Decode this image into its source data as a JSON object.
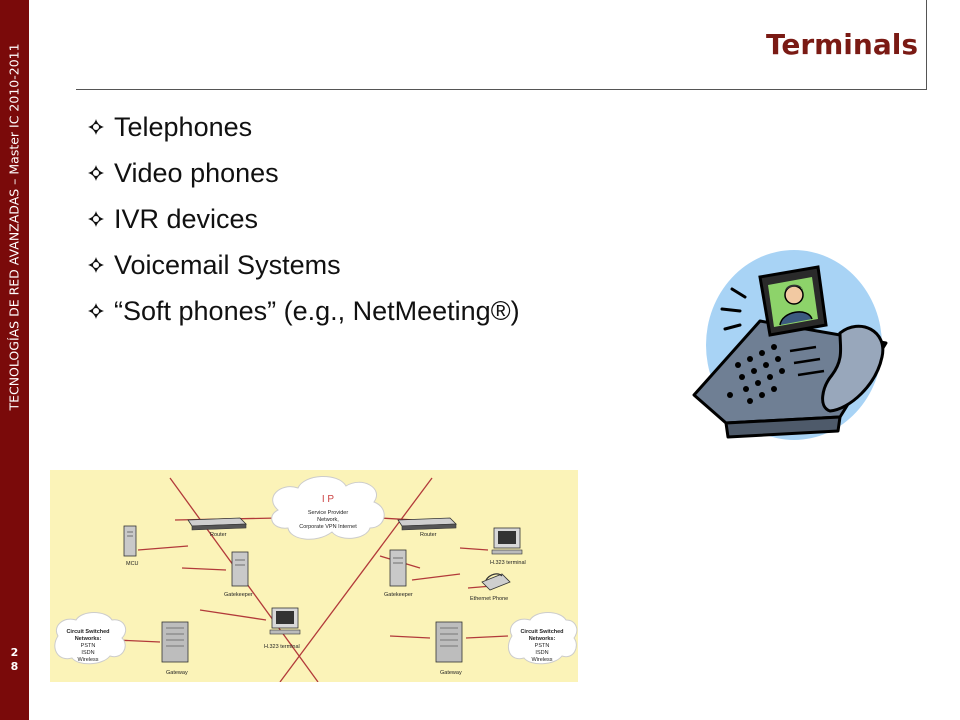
{
  "sidebar": {
    "vertical_text": "TECNOLOGÍAS DE RED AVANZADAS – Master IC 2010-2011",
    "page_number_line1": "2",
    "page_number_line2": "8"
  },
  "slide": {
    "title": "Terminals",
    "bullets": [
      "Telephones",
      "Video phones",
      "IVR devices",
      "Voicemail Systems",
      "“Soft phones” (e.g., NetMeeting®)"
    ]
  },
  "network_diagram": {
    "cloud_title": "I P",
    "cloud_line1": "Service Provider",
    "cloud_line2": "Network,",
    "cloud_line3": "Corporate VPN Internet",
    "router_left": "Router",
    "router_right": "Router",
    "mcu": "MCU",
    "gatekeeper_left": "Gatekeeper",
    "gatekeeper_right": "Gatekeeper",
    "h323_left": "H.323 terminal",
    "h323_right": "H.323 terminal",
    "ethernet_phone": "Ethernet Phone",
    "gateway_left": "Gateway",
    "gateway_right": "Gateway",
    "csn_left_1": "Circuit Switched",
    "csn_left_2": "Networks:",
    "csn_left_3": "PSTN",
    "csn_left_4": "ISDN",
    "csn_left_5": "Wireless",
    "csn_right_1": "Circuit Switched",
    "csn_right_2": "Networks:",
    "csn_right_3": "PSTN",
    "csn_right_4": "ISDN",
    "csn_right_5": "Wireless"
  },
  "colors": {
    "sidebar": "#7a0a0a",
    "title": "#7a1a14",
    "diagram_bg": "#fbf3b8",
    "clipart_bg": "#a8d3f5"
  },
  "icons": {
    "bullet": "hollow-star-bullet-icon",
    "clipart": "video-phone-clipart-icon"
  }
}
